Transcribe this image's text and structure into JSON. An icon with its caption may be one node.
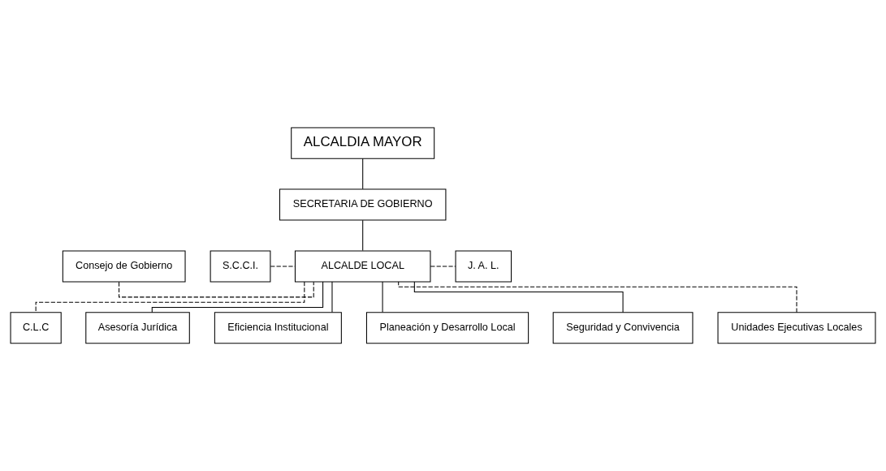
{
  "diagram": {
    "nodes": [
      {
        "text": [
          "ALCALDIA MAYOR"
        ]
      },
      {
        "text": [
          "SECRETARIA DE GOBIERNO"
        ]
      },
      {
        "text": [
          "Consejo de Gobierno"
        ]
      },
      {
        "text": [
          "S.C.C.I."
        ]
      },
      {
        "text": [
          "ALCALDE LOCAL"
        ]
      },
      {
        "text": [
          "J. A. L."
        ]
      },
      {
        "text": [
          "Unidades Ejecutivas Locales"
        ]
      },
      {
        "text": [
          "C.L.C"
        ]
      },
      {
        "text": [
          "Asesoría Jurídica"
        ]
      },
      {
        "text": [
          "Eficiencia Institucional"
        ]
      },
      {
        "text": [
          "Planeación y Desarrollo Local"
        ]
      },
      {
        "text": [
          "Seguridad y Convivencia"
        ]
      }
    ],
    "edges": [
      {
        "from": 0,
        "to": 1,
        "arrow": "none"
      },
      {
        "from": 1,
        "to": 4,
        "arrow": "none"
      },
      {
        "from": 2,
        "to": 4,
        "arrow": "none",
        "style": "dashed"
      },
      {
        "from": 3,
        "to": 4,
        "arrow": "none",
        "style": "dashed"
      },
      {
        "from": 4,
        "to": 5,
        "arrow": "none",
        "style": "dashed"
      },
      {
        "from": 6,
        "to": 4,
        "arrow": "none",
        "style": "dashed"
      },
      {
        "from": 4,
        "to": 7,
        "arrow": "none",
        "style": "dashed"
      },
      {
        "from": 4,
        "to": 8,
        "arrow": "none"
      },
      {
        "from": 4,
        "to": 9,
        "arrow": "none"
      },
      {
        "from": 4,
        "to": 10,
        "arrow": "none"
      },
      {
        "from": 4,
        "to": 11,
        "arrow": "none"
      }
    ]
  }
}
